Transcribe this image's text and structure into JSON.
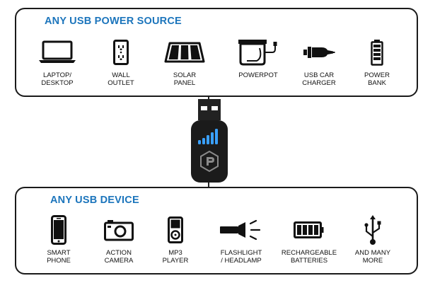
{
  "source_panel": {
    "title": "ANY USB POWER SOURCE",
    "items": [
      {
        "label": "LAPTOP/\nDESKTOP",
        "icon": "laptop-icon"
      },
      {
        "label": "WALL\nOUTLET",
        "icon": "wall-outlet-icon"
      },
      {
        "label": "SOLAR\nPANEL",
        "icon": "solar-panel-icon"
      },
      {
        "label": "POWERPOT",
        "icon": "powerpot-icon"
      },
      {
        "label": "USB CAR\nCHARGER",
        "icon": "car-charger-icon"
      },
      {
        "label": "POWER\nBANK",
        "icon": "power-bank-icon"
      }
    ]
  },
  "device_panel": {
    "title": "ANY USB DEVICE",
    "items": [
      {
        "label": "SMART\nPHONE",
        "icon": "smartphone-icon"
      },
      {
        "label": "ACTION\nCAMERA",
        "icon": "camera-icon"
      },
      {
        "label": "MP3\nPLAYER",
        "icon": "mp3-player-icon"
      },
      {
        "label": "FLASHLIGHT\n/ HEADLAMP",
        "icon": "flashlight-icon"
      },
      {
        "label": "RECHARGEABLE\nBATTERIES",
        "icon": "battery-icon"
      },
      {
        "label": "AND MANY\nMORE",
        "icon": "usb-symbol-icon"
      }
    ]
  },
  "colors": {
    "title_blue": "#1c75bc",
    "icon_dark": "#111111",
    "stick_body": "#1b1b1b",
    "indicator_blue": "#3aa0ff"
  }
}
